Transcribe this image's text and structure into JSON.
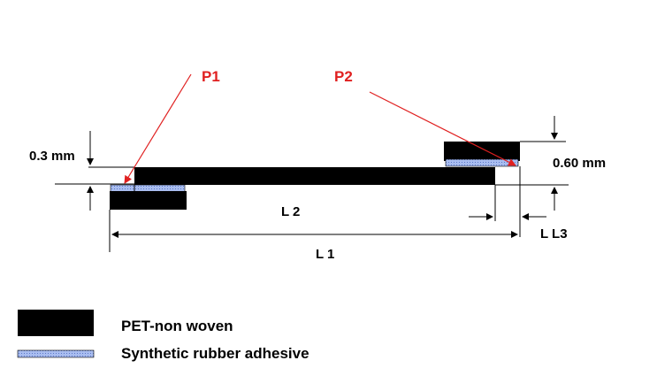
{
  "pointers": {
    "p1": "P1",
    "p2": "P2"
  },
  "dimensions": {
    "left_thickness": "0.3 mm",
    "right_thickness": "0.60 mm",
    "length_1": "L 1",
    "length_2": "L 2",
    "length_3": "L L3"
  },
  "legend": {
    "items": [
      {
        "label": "PET-non woven",
        "pattern": "solid-black"
      },
      {
        "label": "Synthetic rubber adhesive",
        "pattern": "blue-dotted"
      }
    ]
  },
  "colors": {
    "pet": "#000000",
    "adhesive_fill": "#a9bdf0",
    "adhesive_dots": "#5c78c8",
    "pointer": "#e02020",
    "dimension_line": "#000000"
  }
}
